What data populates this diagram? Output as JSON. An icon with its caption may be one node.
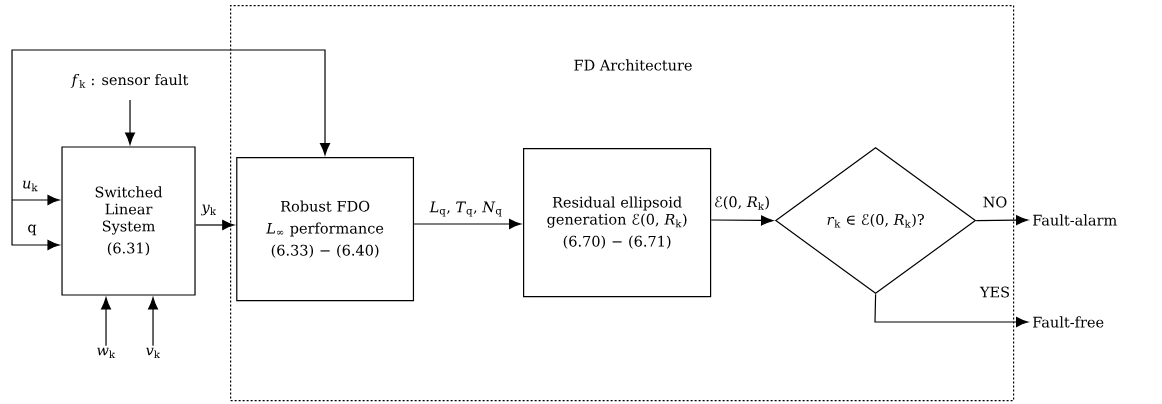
{
  "diagram": {
    "nodes": [
      {
        "text": [
          "FD Architecture"
        ]
      },
      {
        "text": [
          "Switched Linear System",
          "(6.31)"
        ]
      },
      {
        "text": [
          "Robust FDO",
          "*L*$_{∞}$ performance",
          "(6.33) − (6.40)"
        ],
        "in": 0
      },
      {
        "text": [
          "Residual ellipsoid generation ℰ(0, *R*$_{k}$)",
          "(6.70) − (6.71)"
        ],
        "in": 0
      },
      {
        "text": [
          "*r*$_{k}$ ∈ ℰ(0, *R*$_{k}$)?"
        ],
        "in": 0
      },
      {
        "text": [
          "*f*$_{k}$ : sensor fault"
        ]
      },
      {
        "text": [
          "*w*$_{k}$"
        ]
      },
      {
        "text": [
          "*v*$_{k}$"
        ]
      },
      {
        "text": [
          "Fault-alarm"
        ]
      },
      {
        "text": [
          "Fault-free"
        ]
      }
    ],
    "edges": [
      {
        "from": 5,
        "to": 1,
        "arrow": "to"
      },
      {
        "from": 6,
        "to": 1,
        "arrow": "to"
      },
      {
        "from": 7,
        "to": 1,
        "arrow": "to"
      },
      {
        "from": null,
        "to": 1,
        "arrow": "to",
        "label": "*u*$_{k}$"
      },
      {
        "from": null,
        "to": 1,
        "arrow": "to",
        "label": "q"
      },
      {
        "from": null,
        "to": 2,
        "arrow": "to"
      },
      {
        "from": 1,
        "to": 2,
        "arrow": "to",
        "label": "*y*$_{k}$"
      },
      {
        "from": 2,
        "to": 3,
        "arrow": "to",
        "label": "*L*$_{q}$, *T*$_{q}$, *N*$_{q}$"
      },
      {
        "from": 3,
        "to": 4,
        "arrow": "to",
        "label": "ℰ(0, *R*$_{k}$)"
      },
      {
        "from": 4,
        "to": 8,
        "arrow": "to",
        "label": "NO"
      },
      {
        "from": 4,
        "to": 9,
        "arrow": "to",
        "label": "YES"
      }
    ]
  }
}
